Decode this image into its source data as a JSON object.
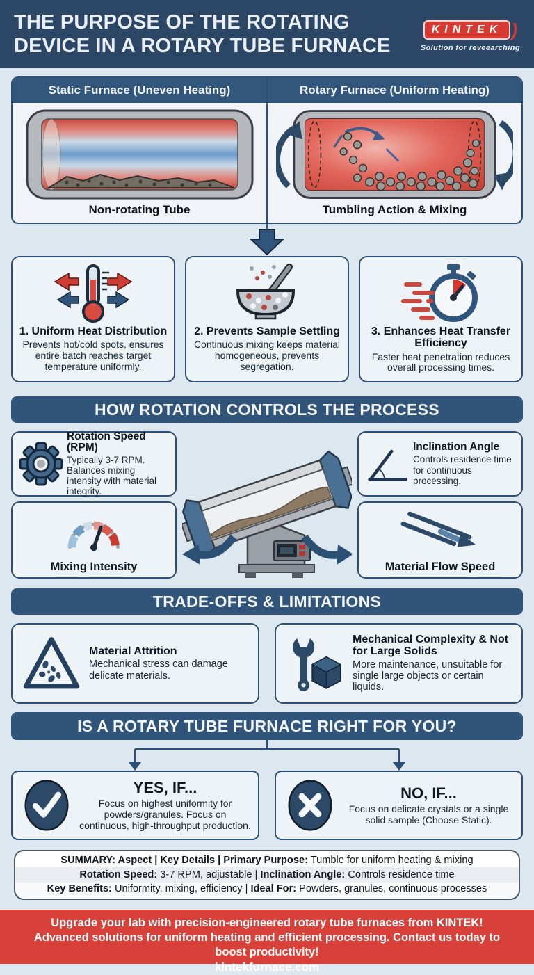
{
  "header": {
    "title_line1": "THE PURPOSE OF THE ROTATING",
    "title_line2": "DEVICE IN A ROTARY TUBE FURNACE",
    "logo_text": "KINTEK",
    "logo_tagline": "Solution for reveearching"
  },
  "comparison": {
    "left": {
      "title": "Static Furnace (Uneven Heating)",
      "caption": "Non-rotating Tube",
      "icon": "static-tube-illustration"
    },
    "right": {
      "title": "Rotary Furnace (Uniform Heating)",
      "caption": "Tumbling Action & Mixing",
      "icon": "rotary-tube-illustration"
    }
  },
  "benefits": [
    {
      "icon": "thermometer-arrows-icon",
      "title": "1. Uniform Heat Distribution",
      "text": "Prevents hot/cold spots, ensures entire batch reaches target temperature uniformly."
    },
    {
      "icon": "mixing-bowl-icon",
      "title": "2. Prevents Sample Settling",
      "text": "Continuous mixing keeps material homogeneous, prevents segregation."
    },
    {
      "icon": "stopwatch-icon",
      "title": "3. Enhances Heat Transfer Efficiency",
      "text": "Faster heat penetration reduces overall processing times."
    }
  ],
  "process": {
    "banner": "HOW ROTATION CONTROLS THE PROCESS",
    "rotation_speed": {
      "icon": "gear-icon",
      "title": "Rotation Speed (RPM)",
      "text": "Typically 3-7 RPM. Balances mixing intensity with material integrity."
    },
    "inclination": {
      "icon": "angle-icon",
      "title": "Inclination Angle",
      "text": "Controls residence time for continuous processing."
    },
    "mixing": {
      "icon": "gauge-icon",
      "title": "Mixing Intensity"
    },
    "flow": {
      "icon": "chute-icon",
      "title": "Material Flow Speed"
    },
    "center_icon": "rotary-furnace-illustration"
  },
  "tradeoffs": {
    "banner": "TRADE-OFFS & LIMITATIONS",
    "cards": [
      {
        "icon": "warning-triangle-icon",
        "title": "Material Attrition",
        "text": "Mechanical stress can damage delicate materials."
      },
      {
        "icon": "wrench-cube-icon",
        "title": "Mechanical Complexity & Not for Large Solids",
        "text": "More maintenance, unsuitable for single large objects or certain liquids."
      }
    ]
  },
  "decision": {
    "banner": "IS A ROTARY TUBE FURNACE RIGHT FOR YOU?",
    "yes": {
      "icon": "check-circle-icon",
      "title": "YES, IF...",
      "text": "Focus on highest uniformity for powders/granules. Focus on continuous, high-throughput production."
    },
    "no": {
      "icon": "x-circle-icon",
      "title": "NO, IF...",
      "text": "Focus on delicate crystals or a single solid sample (Choose Static)."
    }
  },
  "summary": {
    "line1": {
      "b1": "SUMMARY: Aspect | Key Details | Primary Purpose:",
      "r1": " Tumble for uniform heating & mixing"
    },
    "line2": {
      "b1": "Rotation Speed:",
      "r1": " 3-7 RPM, adjustable | ",
      "b2": "Inclination Angle:",
      "r2": " Controls residence time"
    },
    "line3": {
      "b1": "Key Benefits:",
      "r1": " Uniformity, mixing, efficiency | ",
      "b2": "Ideal For:",
      "r2": " Powders, granules, continuous processes"
    }
  },
  "footer": {
    "text": "Upgrade your lab with precision-engineered rotary tube furnaces from KINTEK! Advanced solutions for uniform heating and efficient processing. Contact us today to boost productivity!",
    "url": "kintekfurnace.com"
  },
  "colors": {
    "navy": "#2c4765",
    "banner_blue": "#31547a",
    "card_border": "#2c4f74",
    "accent_red": "#d63a31",
    "page_bg": "#dde7f0",
    "card_bg": "#eef3f8"
  }
}
